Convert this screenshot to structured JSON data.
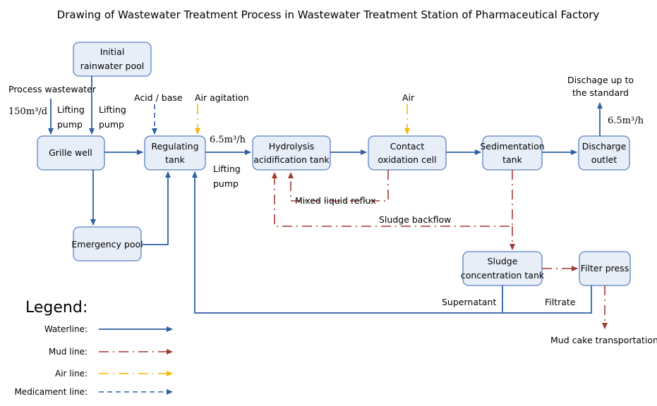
{
  "title": "Drawing of Wastewater Treatment Process in Wastewater Treatment Station of Pharmaceutical Factory",
  "colors": {
    "water": "#2f5fa6",
    "mud": "#a13a34",
    "air": "#f2b800",
    "medicament": "#2f5fa6",
    "box_fill": "#e8eef8",
    "box_border": "#5b82c3"
  },
  "boxes": {
    "rainwater_pool": [
      "Initial",
      "rainwater pool"
    ],
    "grille_well": [
      "Grille well"
    ],
    "regulating_tank": [
      "Regulating",
      "tank"
    ],
    "hydrolysis_tank": [
      "Hydrolysis",
      "acidification tank"
    ],
    "contact_cell": [
      "Contact",
      "oxidation cell"
    ],
    "sedimentation_tank": [
      "Sedimentation",
      "tank"
    ],
    "discharge_outlet": [
      "Discharge",
      "outlet"
    ],
    "emergency_pool": [
      "Emergency pool"
    ],
    "sludge_tank": [
      "Sludge",
      "concentration tank"
    ],
    "filter_press": [
      "Filter press"
    ]
  },
  "labels": {
    "process_wastewater": "Process wastewater",
    "flow_in": "150m³/d",
    "lifting_pump_left": [
      "Lifting",
      "pump"
    ],
    "lifting_pump_right": [
      "Lifting",
      "pump"
    ],
    "acid_base": "Acid / base",
    "air_agitation": "Air agitation",
    "flow_regulating": "6.5m³/h",
    "lifting_pump_bottom": [
      "Lifting",
      "pump"
    ],
    "air": "Air",
    "discharge_standard": [
      "Dischage up to",
      "the standard"
    ],
    "flow_outlet": "6.5m³/h",
    "mixed_liquid_reflux": "Mixed liquid reflux",
    "sludge_backflow": "Sludge backflow",
    "supernatant": "Supernatant",
    "filtrate": "Filtrate",
    "mud_cake": "Mud cake transportation"
  },
  "legend": {
    "title": "Legend:",
    "items": [
      "Waterline:",
      "Mud line:",
      "Air line:",
      "Medicament line:"
    ]
  }
}
